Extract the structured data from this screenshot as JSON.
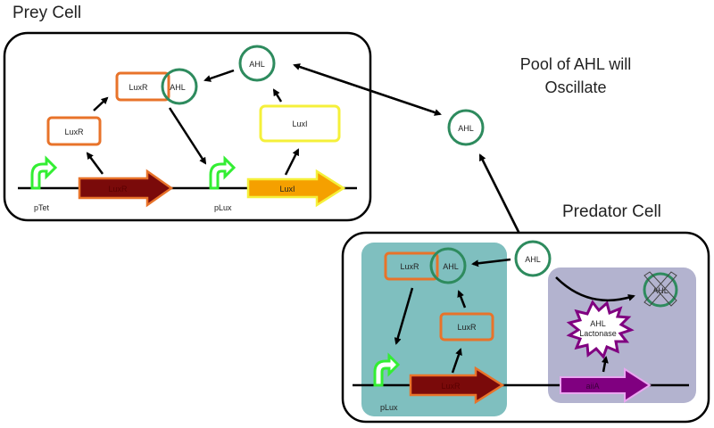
{
  "titles": {
    "prey": "Prey Cell",
    "predator": "Predator Cell",
    "pool_line1": "Pool of AHL will",
    "pool_line2": "Oscillate"
  },
  "prey": {
    "luxr_protein": "LuxR",
    "complex_luxr": "LuxR",
    "complex_ahl": "AHL",
    "ahl": "AHL",
    "luxi_protein": "LuxI",
    "gene_luxr": "LuxR",
    "gene_luxi": "LuxI",
    "promoter_1": "pTet",
    "promoter_2": "pLux"
  },
  "pool": {
    "ahl": "AHL"
  },
  "predator": {
    "ahl": "AHL",
    "complex_luxr": "LuxR",
    "complex_ahl": "AHL",
    "luxr_protein": "LuxR",
    "gene_luxr": "LuxR",
    "gene_aiia": "aiiA",
    "promoter": "pLux",
    "lactonase_line1": "AHL",
    "lactonase_line2": "Lactonase",
    "degraded_ahl": "AHL"
  },
  "colors": {
    "luxr_box": "#e8732a",
    "ahl_circle": "#2e8b5e",
    "luxi_box": "#f5f03a",
    "promoter": "#33ee33",
    "gene_luxr_fill": "#7a0a0a",
    "gene_luxi_fill": "#f5a000",
    "gene_aiia_fill": "#800080",
    "teal_region": "#7fbfbf",
    "lavender_region": "#b3b3cf"
  }
}
